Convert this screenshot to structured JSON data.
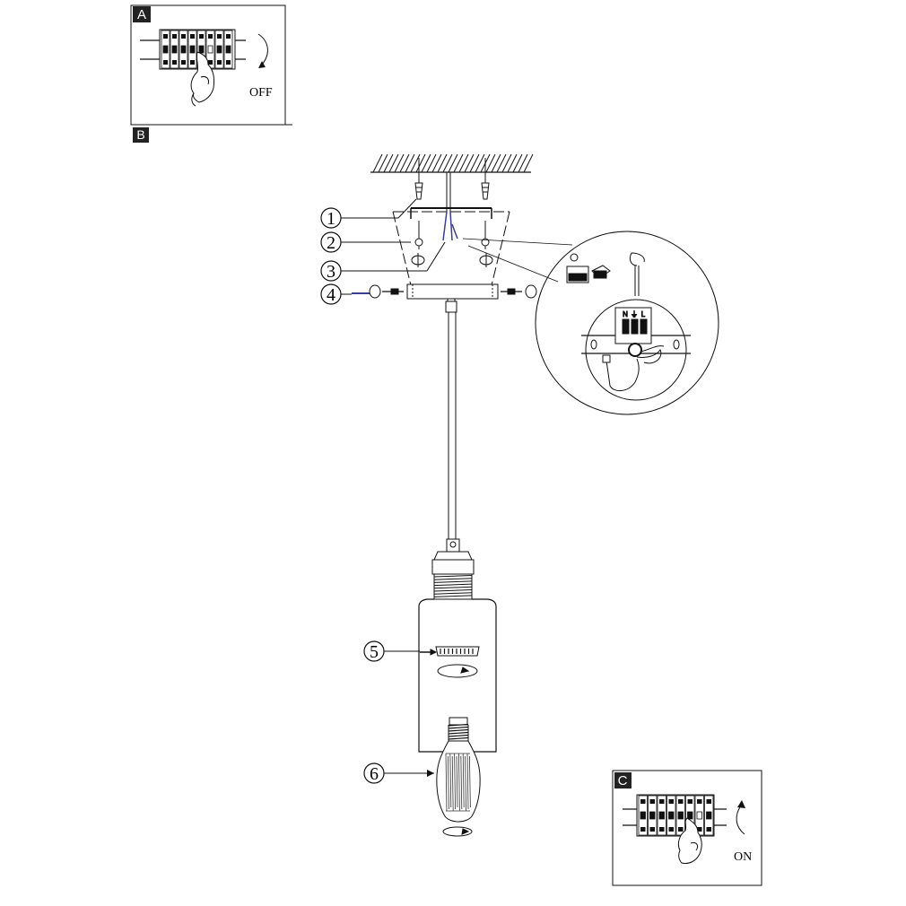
{
  "panels": {
    "a": {
      "letter": "A",
      "state": "OFF"
    },
    "b": {
      "letter": "B"
    },
    "c": {
      "letter": "C",
      "state": "ON"
    }
  },
  "callouts": [
    {
      "number": "1",
      "part": "ceiling-anchor-screw"
    },
    {
      "number": "2",
      "part": "mounting-screw"
    },
    {
      "number": "3",
      "part": "supply-wires"
    },
    {
      "number": "4",
      "part": "side-fixing-screw"
    },
    {
      "number": "5",
      "part": "shade-ring"
    },
    {
      "number": "6",
      "part": "bulb"
    }
  ],
  "detail": {
    "terminal_letters": [
      "N",
      "⏚",
      "L"
    ]
  },
  "colors": {
    "line": "#111111",
    "accent": "#3b3f8f",
    "grey": "#777777"
  }
}
